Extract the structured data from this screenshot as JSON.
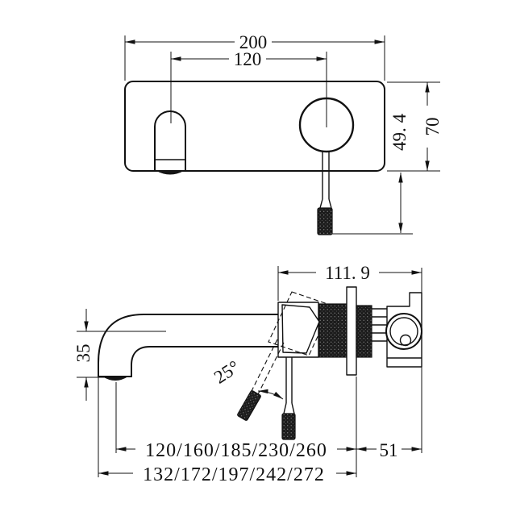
{
  "drawing": {
    "type": "technical-dimension-drawing",
    "subject": "wall-mounted basin mixer tap, two orthographic views",
    "colors": {
      "background": "#ffffff",
      "line": "#111111",
      "knurl": "#141414"
    },
    "views": {
      "front_view": "faceplate with spout outlet and round handle",
      "side_view": "spout profile, mixer body, wall flange and handle at tilt"
    },
    "dims": {
      "plate_width": "200",
      "spout_to_handle": "120",
      "plate_height": "70",
      "handle_projection": "49. 4",
      "total_depth": "111. 9",
      "handle_angle": "25°",
      "spout_drop": "35",
      "spout_reach_options": "120/160/185/230/260",
      "overall_length_options": "132/172/197/242/272",
      "wall_to_body_end": "51"
    }
  }
}
